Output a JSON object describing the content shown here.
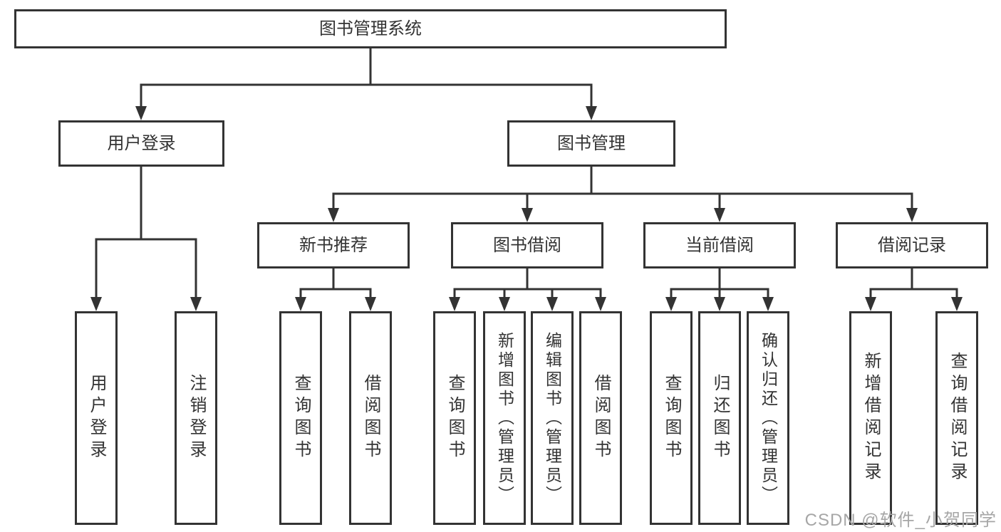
{
  "title": "图书管理系统",
  "branches": {
    "user_login": {
      "label": "用户登录",
      "children": [
        {
          "label": "用户登录"
        },
        {
          "label": "注销登录"
        }
      ]
    },
    "book_management": {
      "label": "图书管理",
      "sections": [
        {
          "label": "新书推荐",
          "children": [
            {
              "label": "查询图书"
            },
            {
              "label": "借阅图书"
            }
          ]
        },
        {
          "label": "图书借阅",
          "children": [
            {
              "label": "查询图书"
            },
            {
              "label": "新增图书（管理员）"
            },
            {
              "label": "编辑图书（管理员）"
            },
            {
              "label": "借阅图书"
            }
          ]
        },
        {
          "label": "当前借阅",
          "children": [
            {
              "label": "查询图书"
            },
            {
              "label": "归还图书"
            },
            {
              "label": "确认归还（管理员）"
            }
          ]
        },
        {
          "label": "借阅记录",
          "children": [
            {
              "label": "新增借阅记录"
            },
            {
              "label": "查询借阅记录"
            }
          ]
        }
      ]
    }
  },
  "watermark": {
    "text": "CSDN @软件_小贺同学"
  },
  "colors": {
    "line": "#333333",
    "box_border": "#333333",
    "text": "#333333",
    "watermark": "#a6a6a6",
    "background": "#ffffff"
  }
}
